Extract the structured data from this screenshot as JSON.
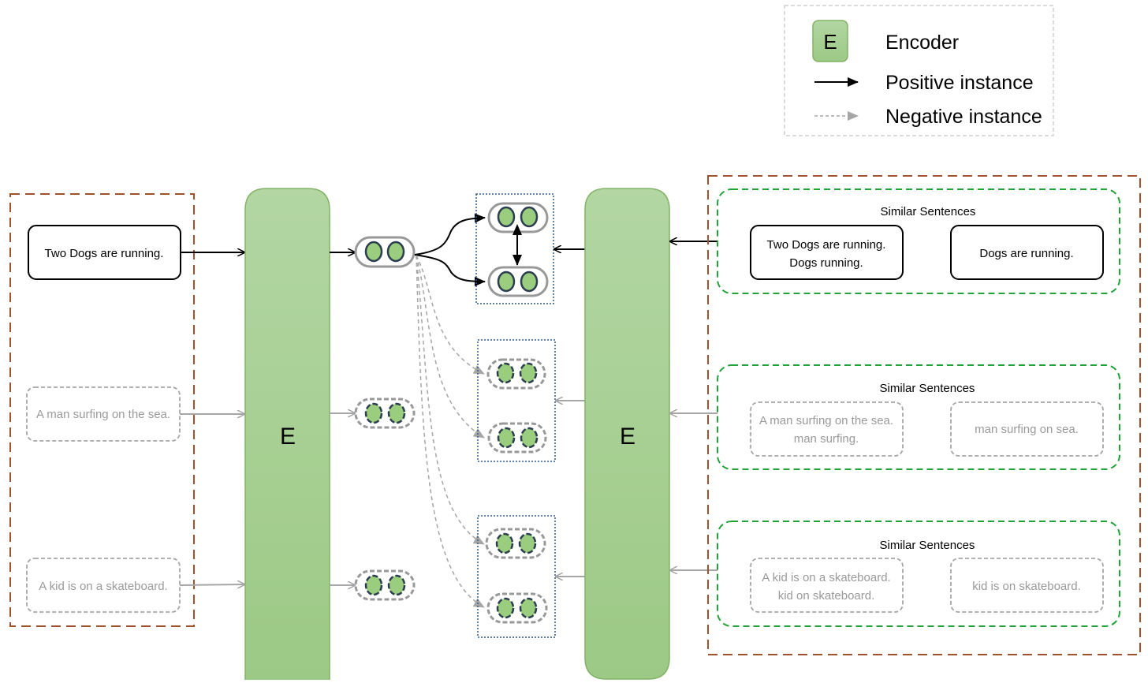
{
  "legend": {
    "encoder_symbol": "E",
    "encoder_label": "Encoder",
    "positive_label": "Positive instance",
    "negative_label": "Negative instance"
  },
  "encoders": {
    "left_label": "E",
    "right_label": "E"
  },
  "inputs": [
    {
      "text": "Two Dogs are running.",
      "type": "positive"
    },
    {
      "text": "A man surfing on the sea.",
      "type": "negative"
    },
    {
      "text": "A kid is  on a skateboard.",
      "type": "negative"
    }
  ],
  "similar_groups": [
    {
      "heading": "Similar Sentences",
      "type": "positive",
      "left_lines": [
        "Two Dogs are running.",
        "Dogs running."
      ],
      "right_lines": [
        "Dogs are running."
      ]
    },
    {
      "heading": "Similar Sentences",
      "type": "negative",
      "left_lines": [
        "A man surfing on the sea.",
        "man surfing."
      ],
      "right_lines": [
        "man surfing on sea."
      ]
    },
    {
      "heading": "Similar Sentences",
      "type": "negative",
      "left_lines": [
        "A kid is  on a skateboard.",
        "kid on skateboard."
      ],
      "right_lines": [
        "kid is  on skateboard."
      ]
    }
  ],
  "colors": {
    "encoder_fill_top": "#b3d6a3",
    "encoder_fill_bottom": "#9cc985",
    "encoder_stroke": "#82b366",
    "outer_group_border": "#a0522d",
    "similar_group_border": "#22a33a",
    "embedding_dot_fill": "#9acd7e",
    "embedding_dot_stroke": "#2d3e50",
    "pair_box_border": "#2e5b8a",
    "positive_arrow": "#000000",
    "negative_arrow": "#a6a6a6"
  }
}
